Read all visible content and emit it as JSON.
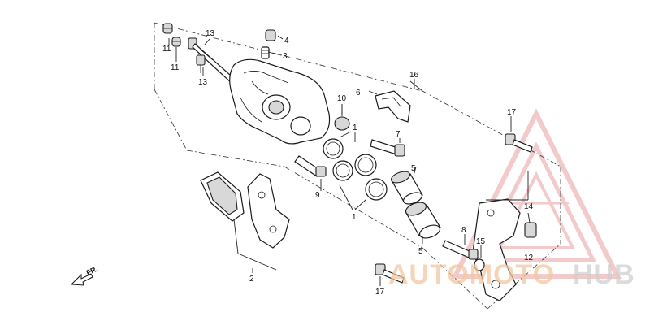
{
  "callouts": {
    "c1a": "1",
    "c1b": "1",
    "c2": "2",
    "c3": "3",
    "c4": "4",
    "c5a": "5",
    "c5b": "5",
    "c6": "6",
    "c7": "7",
    "c8": "8",
    "c9": "9",
    "c10": "10",
    "c11a": "11",
    "c11b": "11",
    "c12": "12",
    "c13a": "13",
    "c13b": "13",
    "c14": "14",
    "c15": "15",
    "c16": "16",
    "c17a": "17",
    "c17b": "17"
  },
  "direction_label": "FR.",
  "watermark": {
    "part1": "AUTOMOTO",
    "part2": "HUB",
    "color_primary": "#f4c6a0",
    "color_secondary": "#cfcfcf",
    "triangle_color": "#e8a0a0"
  }
}
